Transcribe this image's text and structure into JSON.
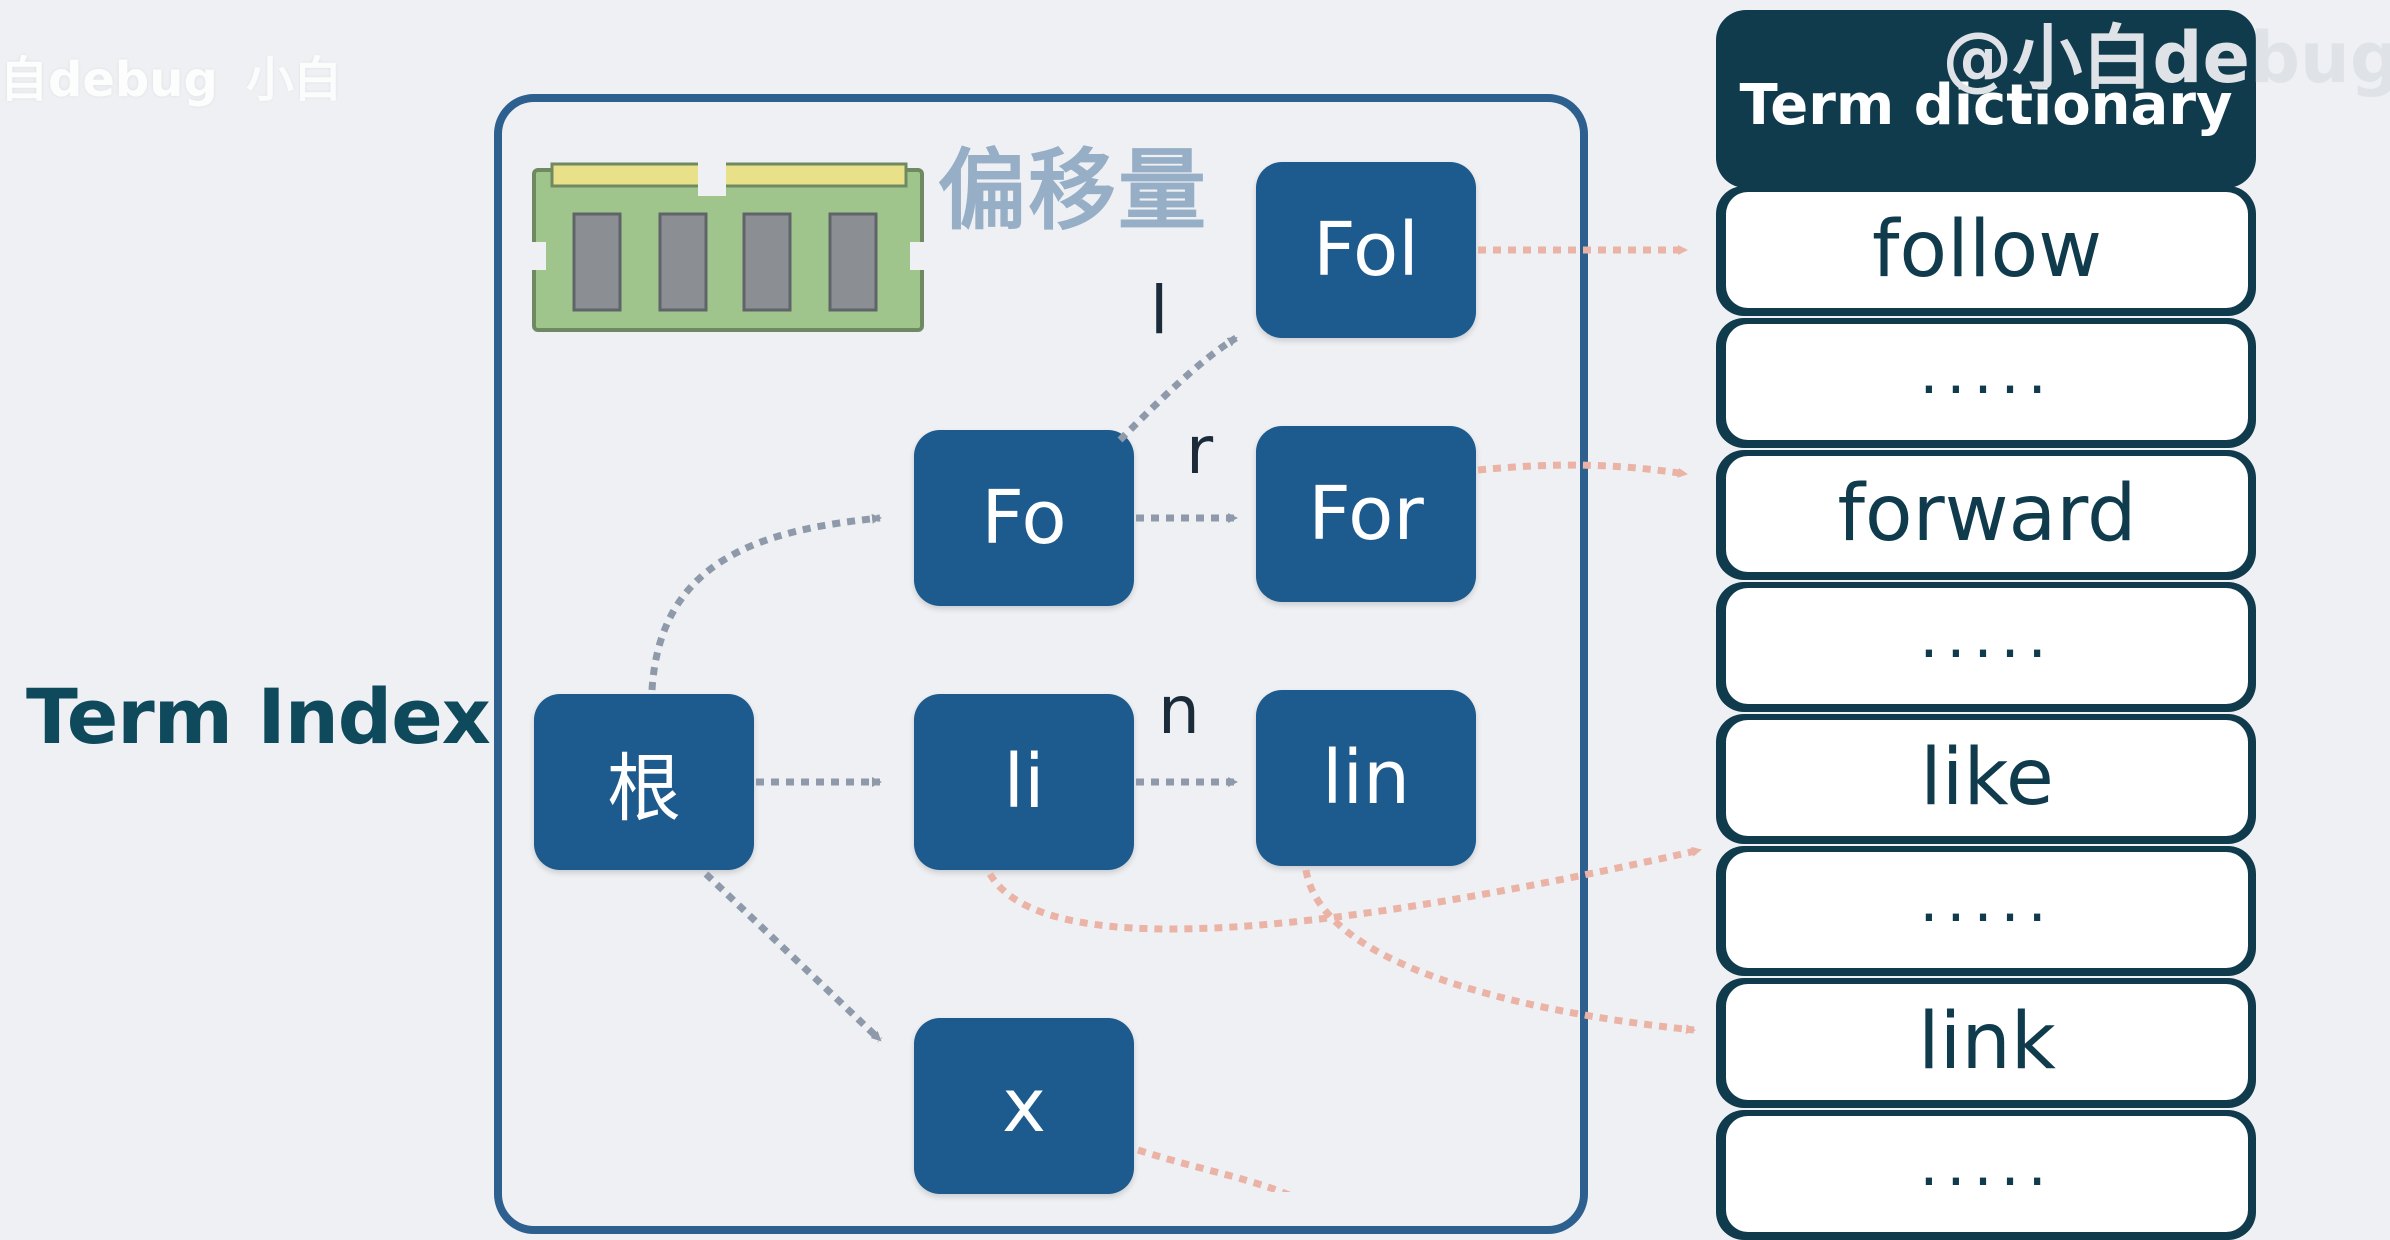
{
  "watermarks": {
    "left": "自debug",
    "left_extra": "小白",
    "right": "@小白debug"
  },
  "panel_title": "偏移量",
  "side_label": "Term Index",
  "colors": {
    "node": "#1d5a8d",
    "panel_border": "#2d5f8f",
    "dict_dark": "#0f3b4d",
    "trie_arrow": "#8e9aaa",
    "offset_arrow": "#eab3a6"
  },
  "nodes": {
    "root": "根",
    "fo": "Fo",
    "fol": "Fol",
    "for": "For",
    "li": "li",
    "lin": "lin",
    "x": "x"
  },
  "edge_labels": {
    "l": "l",
    "r": "r",
    "n": "n"
  },
  "dictionary": {
    "header": "Term dictionary",
    "rows": [
      "follow",
      ".....",
      "forward",
      ".....",
      "like",
      ".....",
      "link",
      "....."
    ]
  }
}
